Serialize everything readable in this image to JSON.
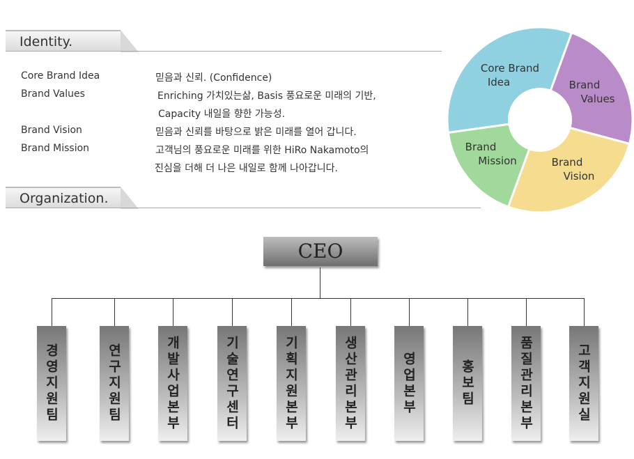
{
  "identity": {
    "title": "Identity.",
    "rows": [
      {
        "label": "Core Brand Idea",
        "value": "믿음과 신뢰. (Confidence)"
      },
      {
        "label": "Brand Values",
        "value": "Enriching 가치있는삶, Basis 풍요로운 미래의 기반,",
        "value2": "Capacity 내일을 향한 가능성."
      },
      {
        "label": "Brand Vision",
        "value": "믿음과 신뢰를 바탕으로 밝은 미래를 열어 갑니다."
      },
      {
        "label": "Brand Mission",
        "value": "고객님의 풍요로운 미래를 위한 HiRo Nakamoto의",
        "value2": "진심을 더해 더 나은 내일로 함께 나아갑니다."
      }
    ]
  },
  "donut": {
    "segments": [
      {
        "line1": "Core Brand",
        "line2": "Idea",
        "color": "#8fd1e1"
      },
      {
        "line1": "Brand",
        "line2": "Values",
        "color": "#b98bc8"
      },
      {
        "line1": "Brand",
        "line2": "Vision",
        "color": "#f5dc8e"
      },
      {
        "line1": "Brand",
        "line2": "Mission",
        "color": "#a0d99b"
      }
    ]
  },
  "organization": {
    "title": "Organization.",
    "ceo": "CEO",
    "departments": [
      "경영지원팀",
      "연구지원팀",
      "개발사업본부",
      "기술연구센터",
      "기획지원본부",
      "생산관리본부",
      "영업본부",
      "홍보팀",
      "품질관리본부",
      "고객지원실"
    ]
  }
}
